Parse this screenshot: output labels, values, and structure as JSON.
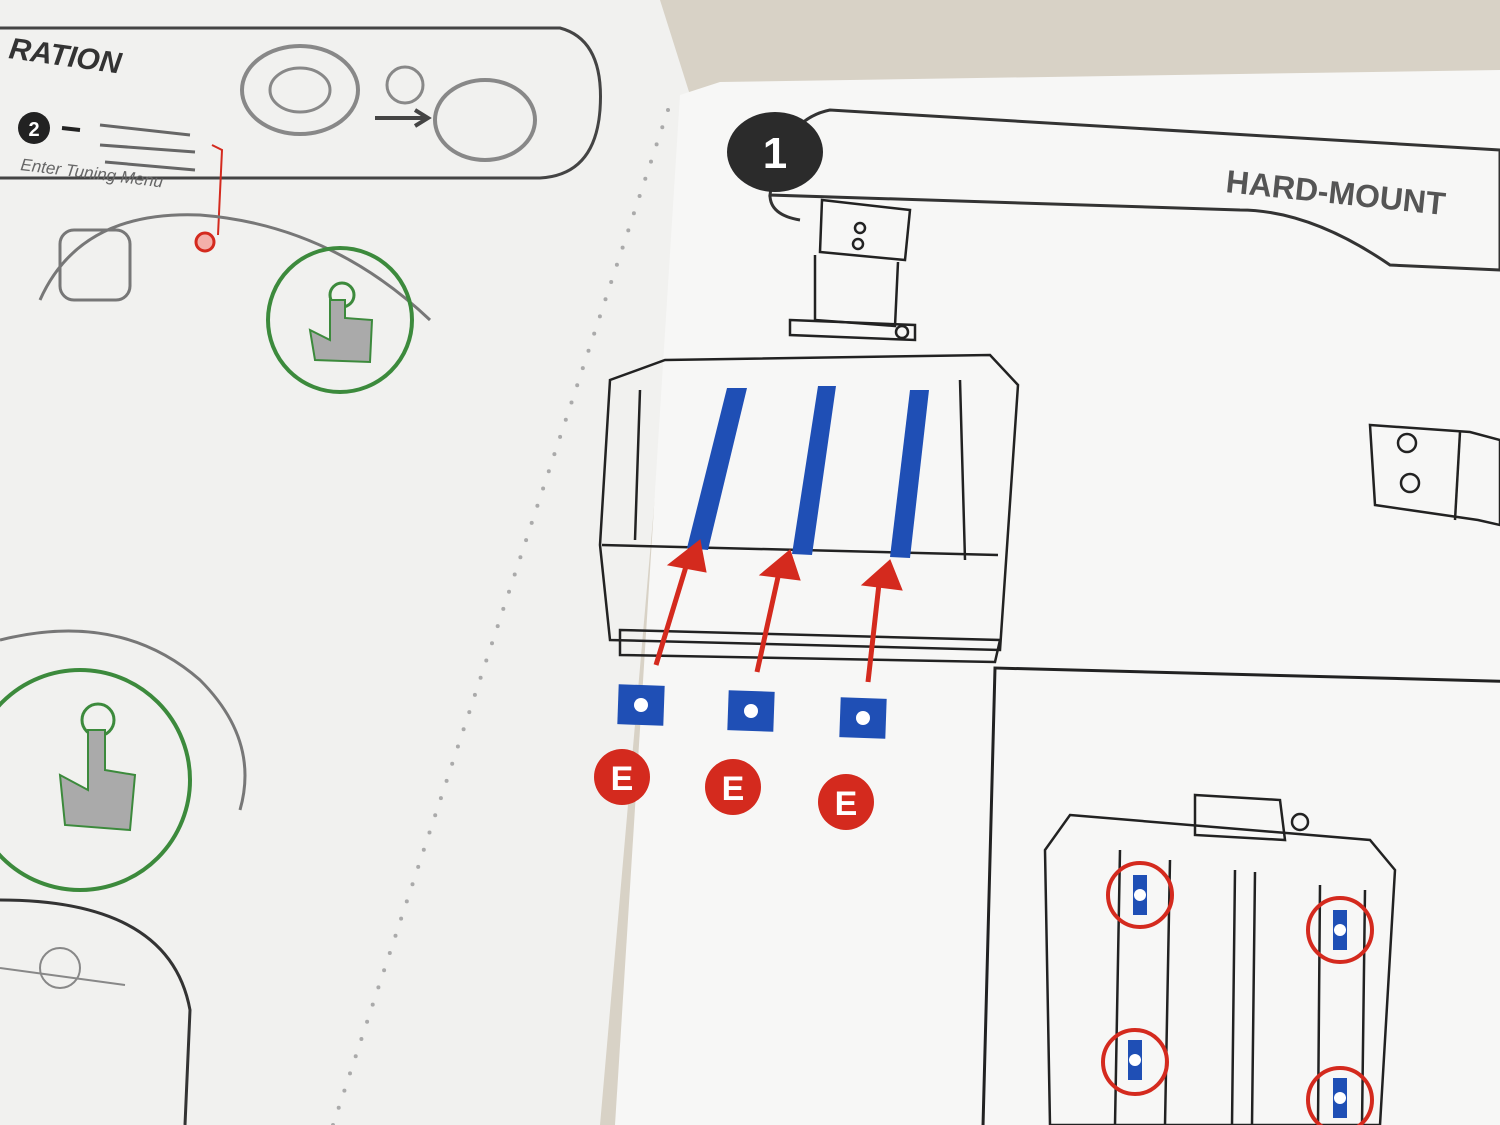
{
  "left_page": {
    "section_title": "RATION",
    "step_number": "2",
    "step_caption": "Enter Tuning Menu"
  },
  "right_page": {
    "step_number": "1",
    "section_title": "HARD-MOUNT",
    "part_labels": [
      "E",
      "E",
      "E"
    ]
  },
  "colors": {
    "background": "#d8d2c6",
    "paper": "#f4f4f2",
    "line": "#2a2a2a",
    "accent_blue": "#1f4fb5",
    "accent_red": "#d42a1e",
    "accent_green": "#3c8a3c"
  }
}
